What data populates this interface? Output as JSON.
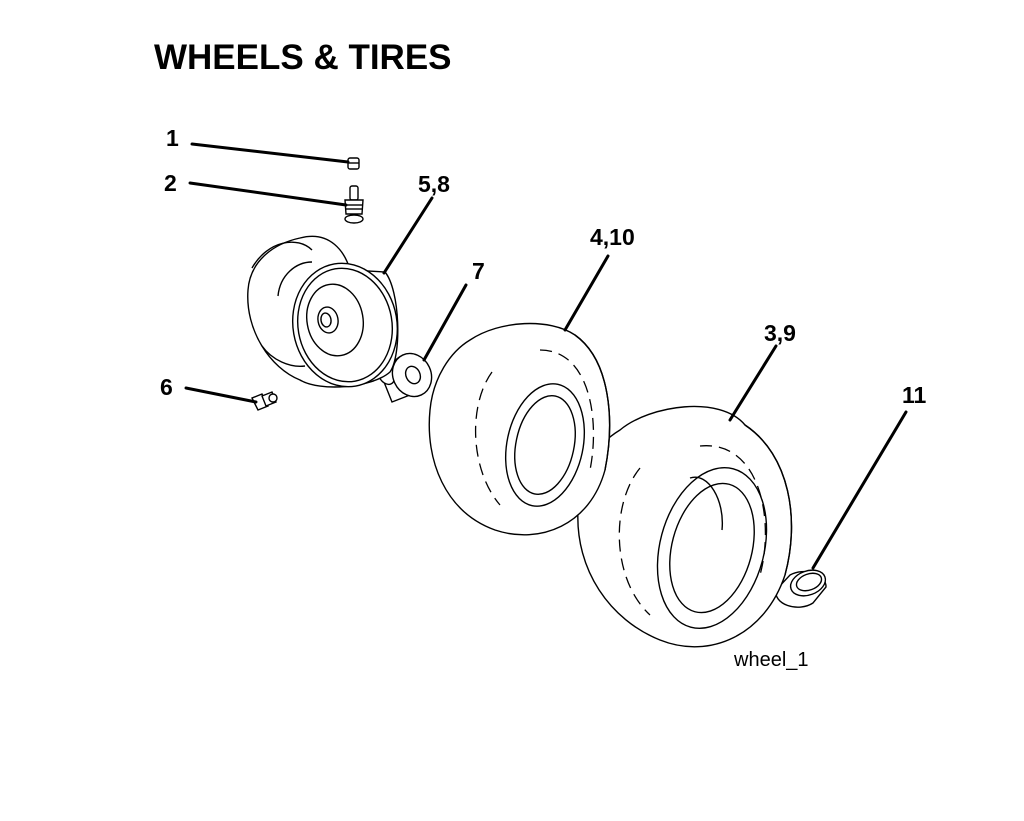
{
  "title": "WHEELS & TIRES",
  "callouts": {
    "c1": "1",
    "c2": "2",
    "c58": "5,8",
    "c7": "7",
    "c410": "4,10",
    "c39": "3,9",
    "c11": "11",
    "c6": "6"
  },
  "figure_id": "wheel_1"
}
